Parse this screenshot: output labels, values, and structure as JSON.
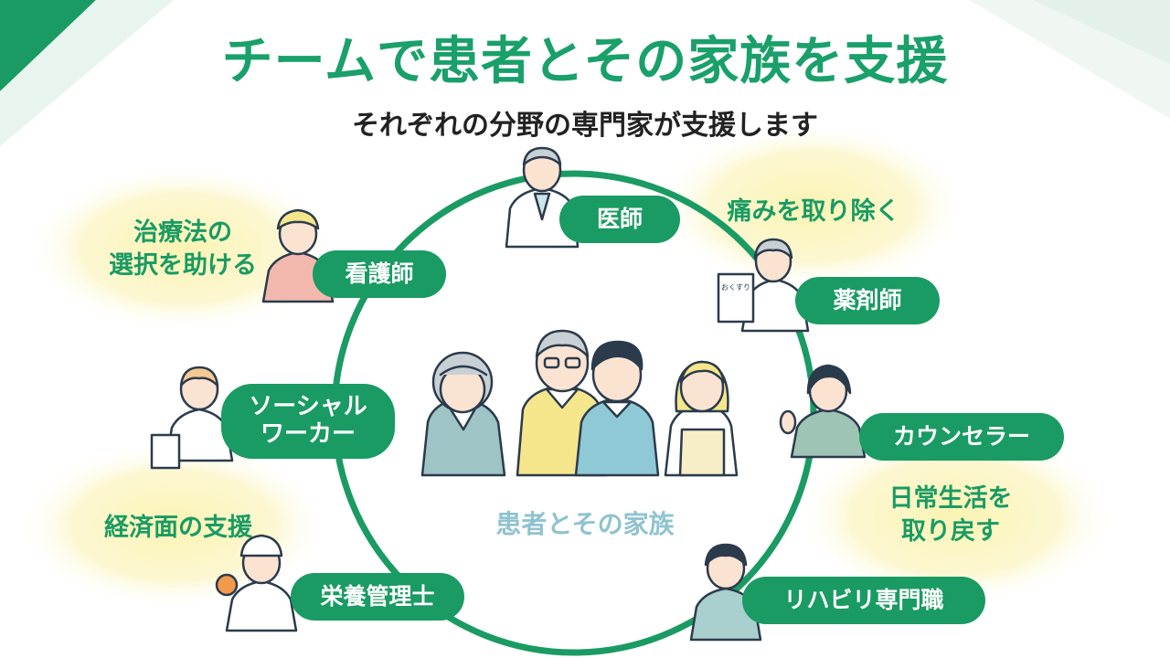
{
  "title": "チームで患者とその家族を支援",
  "subtitle": "それぞれの分野の専門家が支援します",
  "center": {
    "label": "患者とその家族"
  },
  "roles": {
    "doctor": "医師",
    "nurse": "看護師",
    "pharmacist": "薬剤師",
    "social_worker_line1": "ソーシャル",
    "social_worker_line2": "ワーカー",
    "counselor": "カウンセラー",
    "dietitian": "栄養管理士",
    "rehab": "リハビリ専門職"
  },
  "notes": {
    "treatment_line1": "治療法の",
    "treatment_line2": "選択を助ける",
    "pain": "痛みを取り除く",
    "economic": "経済面の支援",
    "daily_line1": "日常生活を",
    "daily_line2": "取り戻す"
  },
  "book_label": "おくすり",
  "colors": {
    "accent": "#1a9b63",
    "title": "#1aa06a",
    "bubble": "#fbf6c4",
    "center_label": "#8fc3cf"
  }
}
